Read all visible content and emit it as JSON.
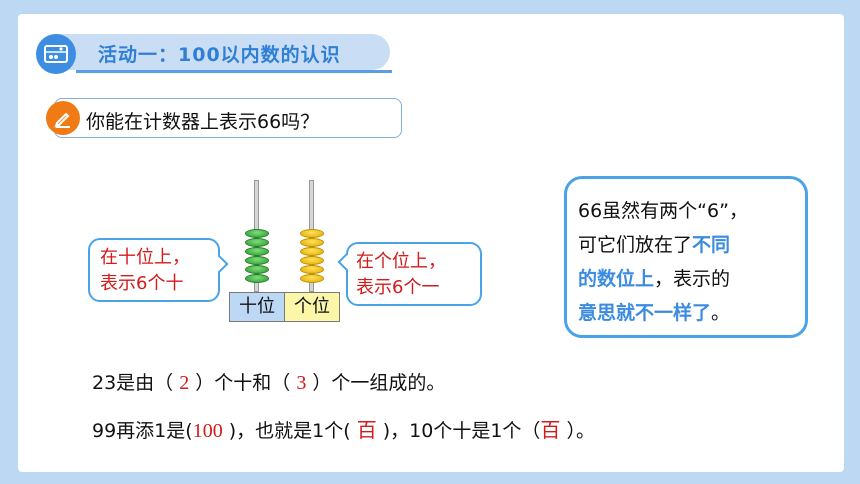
{
  "header": {
    "title": "活动一：100以内数的认识",
    "icon": "abacus-icon"
  },
  "question": {
    "text": "你能在计数器上表示66吗？",
    "icon": "pencil-icon"
  },
  "abacus": {
    "columns": [
      {
        "label": "十位",
        "beads": 6,
        "bead_color": "#2e9a2e",
        "box_color": "#bcd8f5"
      },
      {
        "label": "个位",
        "beads": 6,
        "bead_color": "#f0bf10",
        "box_color": "#fbf6a8"
      }
    ]
  },
  "callouts": {
    "left": [
      "在十位上，",
      "表示6个十"
    ],
    "right": [
      "在个位上，",
      "表示6个一"
    ]
  },
  "explanation": {
    "line1": "66虽然有两个“6”，",
    "line2_a": "可它们放在了",
    "line2_b": "不同",
    "line3_a": "的数位上",
    "line3_b": "，表示的",
    "line4_a": "意思就不一样了",
    "line4_b": "。"
  },
  "sentence1": {
    "p1": "23是由（ ",
    "a1": "2",
    "p2": " ）个十和（ ",
    "a2": "3",
    "p3": " ）个一组成的。"
  },
  "sentence2": {
    "p1": "99再添1是(",
    "a1": "100",
    "p2": " )，也就是1个( ",
    "a2": "百",
    "p3": " )，10个十是1个（",
    "a3": "百",
    "p4": " ）。"
  },
  "colors": {
    "accent": "#3b8be0",
    "answer": "#d21b1b",
    "orange": "#f07a14",
    "background": "#bcd8f2"
  }
}
